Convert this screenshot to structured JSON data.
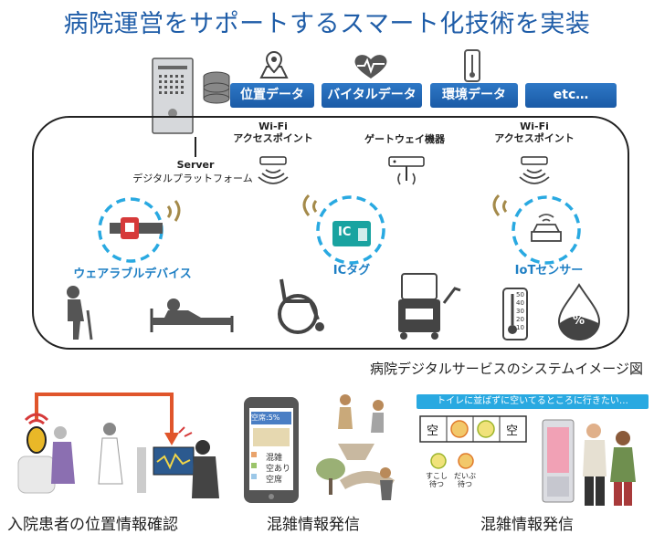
{
  "title": "病院運営をサポートするスマート化技術を実装",
  "data_tags": [
    "位置データ",
    "バイタルデータ",
    "環境データ",
    "etc…"
  ],
  "server": {
    "name": "Server",
    "sub": "デジタルプラットフォーム"
  },
  "network": {
    "ap_left": "Wi-Fi\nアクセスポイント",
    "gateway": "ゲートウェイ機器",
    "ap_right": "Wi-Fi\nアクセスポイント"
  },
  "categories": [
    "ウェアラブルデバイス",
    "ICタグ",
    "IoTセンサー"
  ],
  "ic_tag_text": "IC",
  "caption": "病院デジタルサービスのシステムイメージ図",
  "thermometer_ticks": [
    "50",
    "40",
    "30",
    "20",
    "10"
  ],
  "humidity_symbol": "%",
  "phone_screen": {
    "header": "空席:5%",
    "legend": [
      "混雑",
      "空あり",
      "空席"
    ]
  },
  "toilet_banner": "トイレに並ばずに空いてるところに行きたい…",
  "toilet_stalls": [
    "空",
    "",
    "",
    "空"
  ],
  "toilet_legend": [
    "すこし\n待つ",
    "だいぶ\n待つ"
  ],
  "bottom_labels": [
    "入院患者の位置情報確認",
    "混雑情報発信",
    "混雑情報発信"
  ],
  "colors": {
    "title": "#1f5da8",
    "tag": "#1a5aa6",
    "category": "#1e7fc4",
    "dashed_circle": "#29a9e1",
    "arrow": "#e0552b",
    "ic_tag": "#19a3a0"
  }
}
